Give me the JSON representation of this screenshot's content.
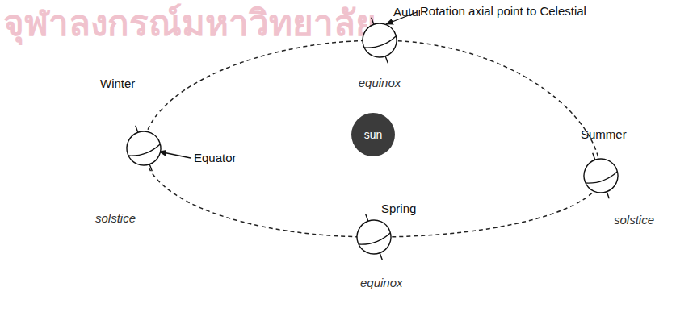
{
  "diagram": {
    "nodes": [
      {
        "text": [
          "Autumn",
          "equinox"
        ]
      },
      {
        "text": [
          "Winter",
          "solstice"
        ]
      },
      {
        "text": [
          "sun"
        ]
      },
      {
        "text": [
          "Summer",
          "solstice"
        ]
      },
      {
        "text": [
          "Spring",
          "equinox"
        ]
      }
    ],
    "labels": [
      "จุฬาลงกรณ์มหาวิทยาลัย",
      "Rotation axial point to Celestial",
      "Equator"
    ]
  }
}
